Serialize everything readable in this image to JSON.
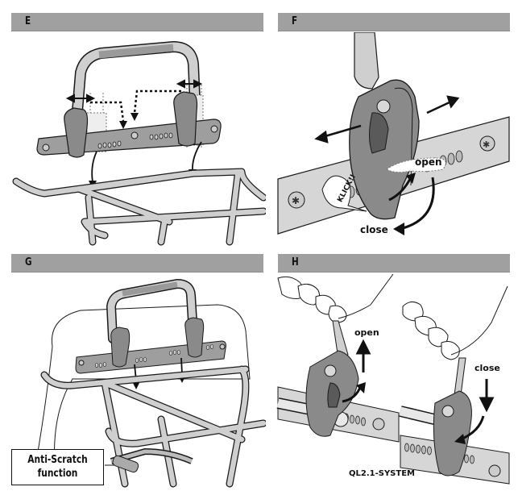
{
  "document": {
    "title": "QL2.1-SYSTEM mounting instructions",
    "panels": [
      {
        "id": "E",
        "letter": "E"
      },
      {
        "id": "F",
        "letter": "F",
        "labels": {
          "open": "open",
          "close": "close",
          "click": "KLICK!!"
        }
      },
      {
        "id": "G",
        "letter": "G",
        "callout": {
          "line1": "Anti-Scratch",
          "line2": "function"
        }
      },
      {
        "id": "H",
        "letter": "H",
        "labels": {
          "open": "open",
          "close": "close",
          "system": "QL2.1-SYSTEM"
        }
      }
    ]
  },
  "colors": {
    "header_bar": "#a0a0a0",
    "hook_gray": "#8a8a8a",
    "rail_gray": "#cfcfcf",
    "outline": "#1a1a1a"
  }
}
